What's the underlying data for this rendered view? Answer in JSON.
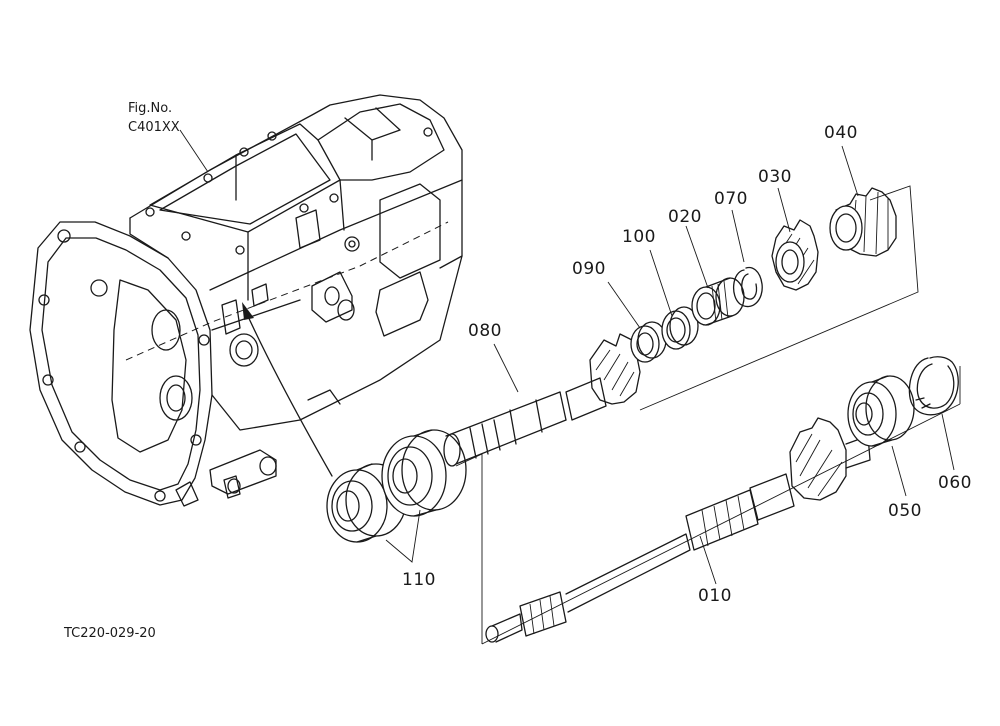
{
  "figure": {
    "fig_label": "Fig.No.",
    "fig_number": "C401XX",
    "drawing_code": "TC220-029-20"
  },
  "parts": [
    {
      "ref": "010"
    },
    {
      "ref": "020"
    },
    {
      "ref": "030"
    },
    {
      "ref": "040"
    },
    {
      "ref": "050"
    },
    {
      "ref": "060"
    },
    {
      "ref": "070"
    },
    {
      "ref": "080"
    },
    {
      "ref": "090"
    },
    {
      "ref": "100"
    },
    {
      "ref": "110"
    }
  ]
}
